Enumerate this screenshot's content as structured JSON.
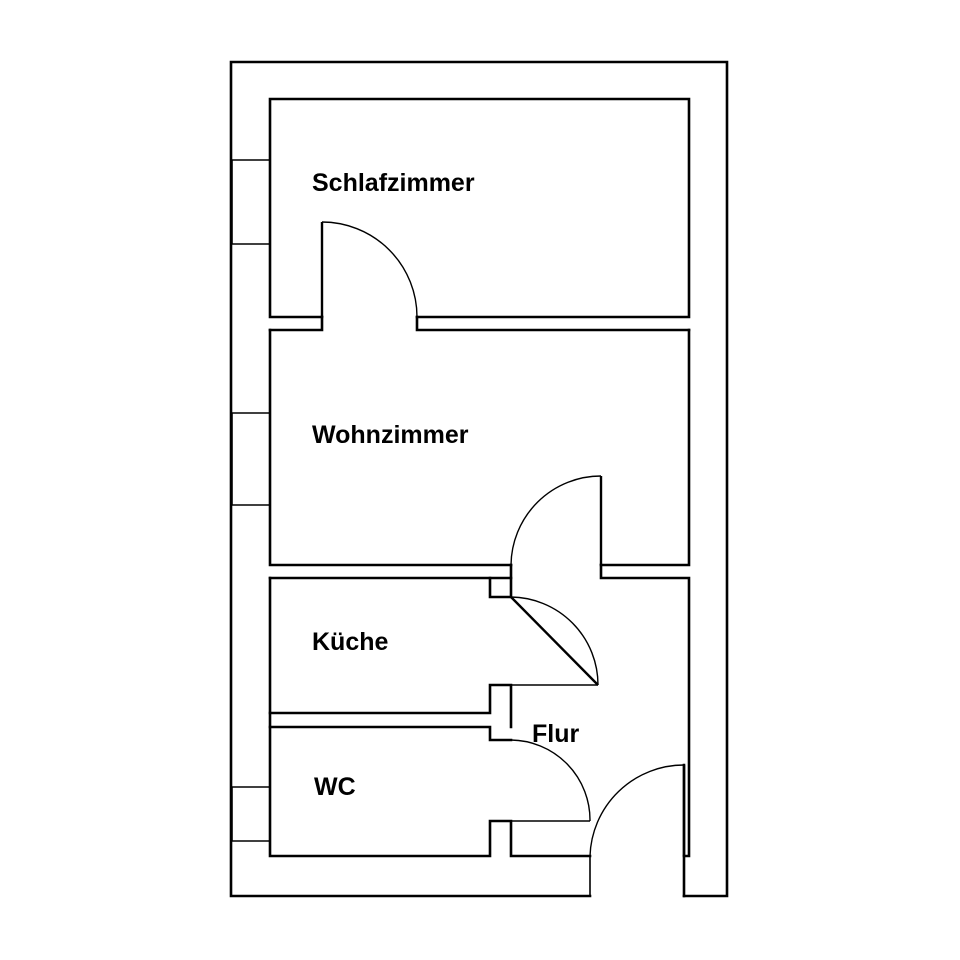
{
  "floor_plan": {
    "rooms": [
      {
        "key": "schlafzimmer",
        "label": "Schlafzimmer"
      },
      {
        "key": "wohnzimmer",
        "label": "Wohnzimmer"
      },
      {
        "key": "kueche",
        "label": "Küche"
      },
      {
        "key": "flur",
        "label": "Flur"
      },
      {
        "key": "wc",
        "label": "WC"
      }
    ],
    "doors": [
      {
        "name": "door-schlafzimmer"
      },
      {
        "name": "door-wohnzimmer"
      },
      {
        "name": "door-kueche"
      },
      {
        "name": "door-wc"
      },
      {
        "name": "door-entrance"
      }
    ],
    "windows": [
      {
        "name": "window-schlafzimmer"
      },
      {
        "name": "window-wohnzimmer"
      },
      {
        "name": "window-wc"
      }
    ],
    "colors": {
      "line": "#000000",
      "background": "#ffffff"
    }
  }
}
